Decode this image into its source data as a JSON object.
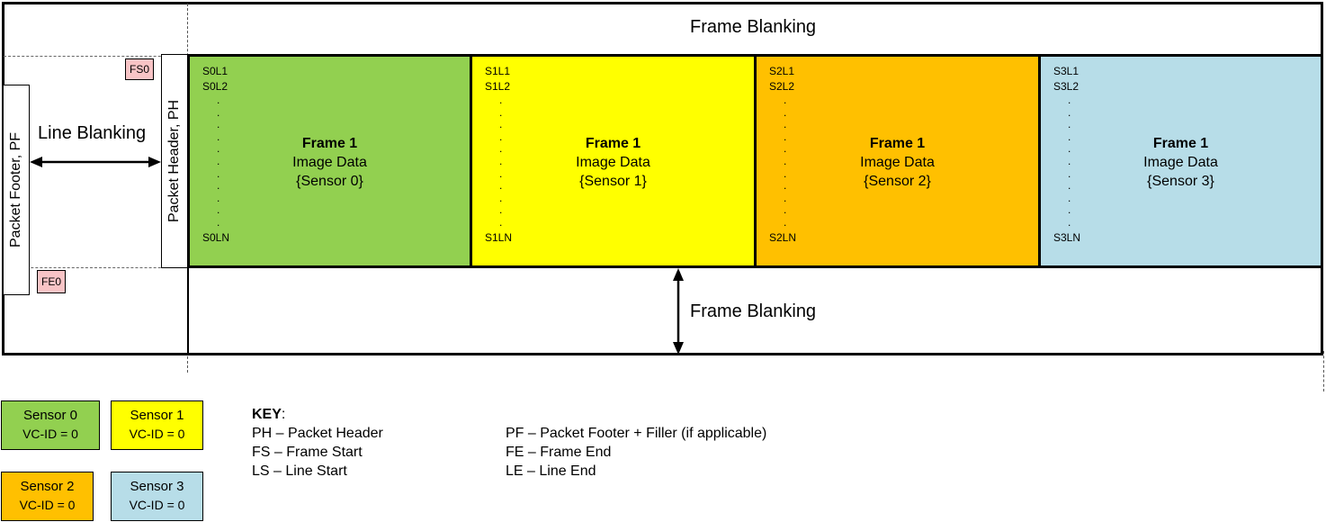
{
  "frame_blanking_top": "Frame Blanking",
  "frame_blanking_bottom": "Frame Blanking",
  "line_blanking": "Line Blanking",
  "packet_footer": "Packet Footer, PF",
  "packet_header": "Packet Header, PH",
  "tags": {
    "fs": "FS0",
    "fe": "FE0"
  },
  "sensors": [
    {
      "first": "S0L1",
      "second": "S0L2",
      "last": "S0LN",
      "title": "Frame 1",
      "line1": "Image Data",
      "line2": "{Sensor 0}",
      "color": "#92d050"
    },
    {
      "first": "S1L1",
      "second": "S1L2",
      "last": "S1LN",
      "title": "Frame 1",
      "line1": "Image Data",
      "line2": "{Sensor 1}",
      "color": "#ffff00"
    },
    {
      "first": "S2L1",
      "second": "S2L2",
      "last": "S2LN",
      "title": "Frame 1",
      "line1": "Image Data",
      "line2": "{Sensor 2}",
      "color": "#ffc000"
    },
    {
      "first": "S3L1",
      "second": "S3L2",
      "last": "S3LN",
      "title": "Frame 1",
      "line1": "Image Data",
      "line2": "{Sensor 3}",
      "color": "#b7dde8"
    }
  ],
  "dot": ".",
  "legend": [
    {
      "name": "Sensor 0",
      "vc": "VC-ID = 0",
      "color": "#92d050"
    },
    {
      "name": "Sensor 1",
      "vc": "VC-ID = 0",
      "color": "#ffff00"
    },
    {
      "name": "Sensor 2",
      "vc": "VC-ID = 0",
      "color": "#ffc000"
    },
    {
      "name": "Sensor 3",
      "vc": "VC-ID = 0",
      "color": "#b7dde8"
    }
  ],
  "key": {
    "title": "KEY",
    "colon": ":",
    "left": [
      "PH – Packet Header",
      "FS – Frame Start",
      "LS – Line Start"
    ],
    "right": [
      "PF – Packet Footer + Filler (if applicable)",
      "FE – Frame End",
      "LE – Line End"
    ]
  }
}
